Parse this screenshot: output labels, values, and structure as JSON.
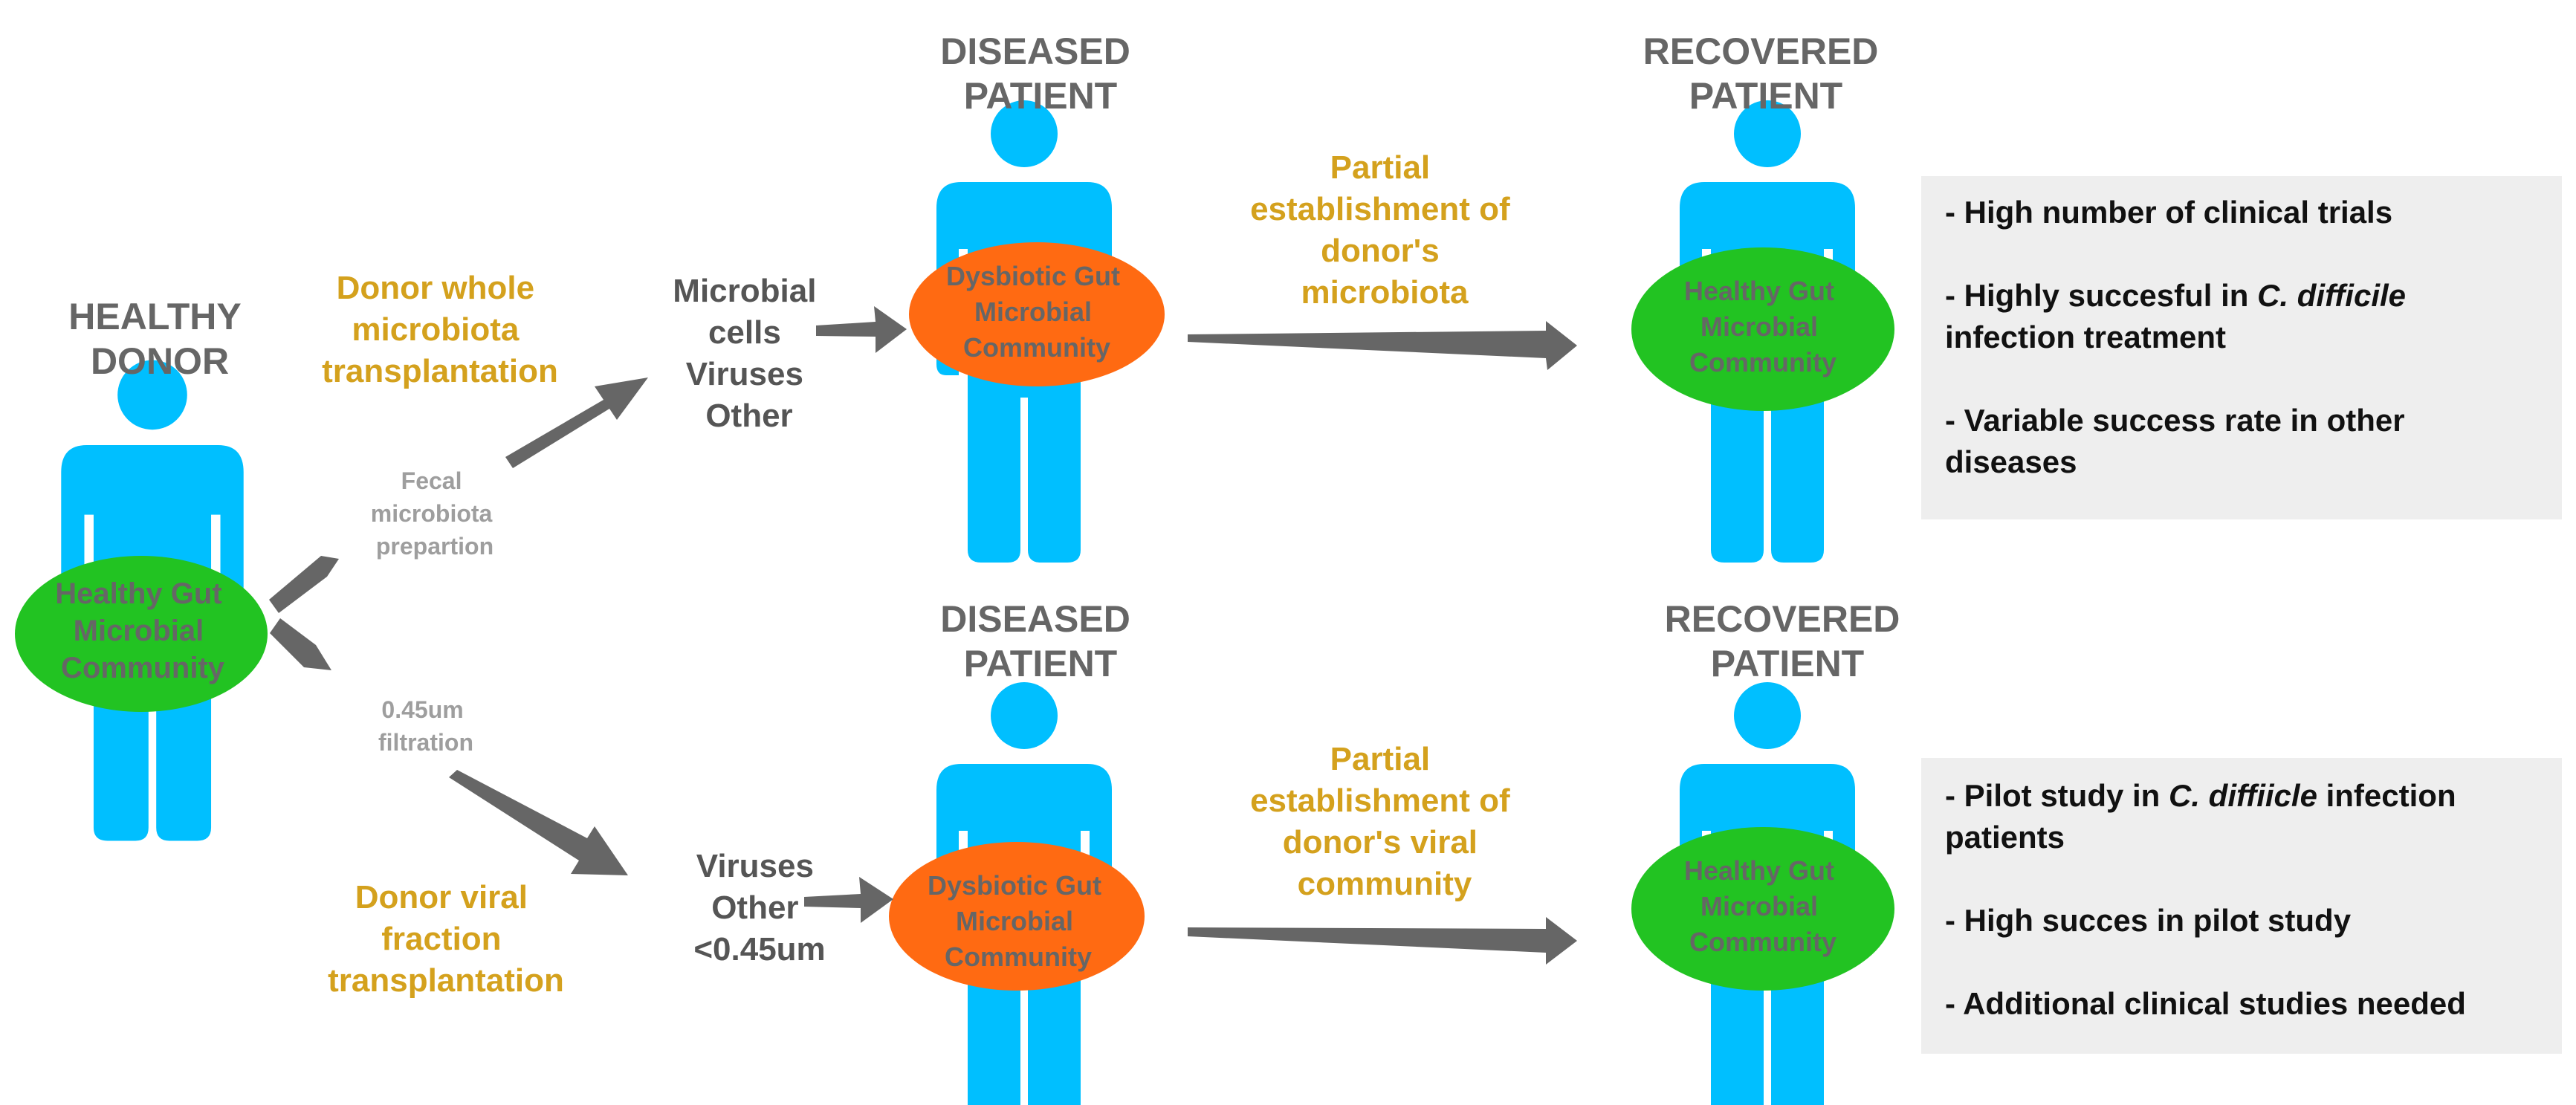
{
  "colors": {
    "person": "#00BFFF",
    "healthy_community": "#22C322",
    "dysbiotic_community": "#FF6A12",
    "arrow": "#666666",
    "heading": "#666666",
    "highlight": "#D4A11D",
    "note": "#9E9E9E",
    "box_background": "#EEEEEE"
  },
  "icons": {
    "person": "person-icon",
    "arrow": "arrow-right-icon"
  },
  "donor": {
    "heading": [
      "HEALTHY",
      "DONOR"
    ],
    "community": [
      "Healthy Gut",
      "Microbial",
      "Community"
    ]
  },
  "prep_notes": {
    "fecal": [
      "Fecal",
      "microbiota",
      "prepartion"
    ],
    "filtration": [
      "0.45um",
      "filtration"
    ]
  },
  "top_row": {
    "method": [
      "Donor whole",
      "microbiota",
      "transplantation"
    ],
    "contents": [
      "Microbial",
      "cells",
      "Viruses",
      "Other"
    ],
    "diseased_heading": [
      "DISEASED",
      "PATIENT"
    ],
    "diseased_community": [
      "Dysbiotic Gut",
      "Microbial",
      "Community"
    ],
    "outcome": [
      "Partial",
      "establishment of",
      "donor's",
      "microbiota"
    ],
    "recovered_heading": [
      "RECOVERED",
      "PATIENT"
    ],
    "recovered_community": [
      "Healthy Gut",
      "Microbial",
      "Community"
    ],
    "summary": {
      "item1": "- High number of clinical trials",
      "item2_prefix": "- Highly succesful in ",
      "item2_italic": "C. difficile",
      "item2_cont": "infection treatment",
      "item3_line1": "- Variable success rate in other",
      "item3_line2": "diseases"
    }
  },
  "bottom_row": {
    "method": [
      "Donor viral",
      "fraction",
      "transplantation"
    ],
    "contents": [
      "Viruses",
      "Other",
      "<0.45um"
    ],
    "diseased_heading": [
      "DISEASED",
      "PATIENT"
    ],
    "diseased_community": [
      "Dysbiotic Gut",
      "Microbial",
      "Community"
    ],
    "outcome": [
      "Partial",
      "establishment of",
      "donor's viral",
      "community"
    ],
    "recovered_heading": [
      "RECOVERED",
      "PATIENT"
    ],
    "recovered_community": [
      "Healthy Gut",
      "Microbial",
      "Community"
    ],
    "summary": {
      "item1_prefix": "- Pilot study in ",
      "item1_italic": "C. diffiicle",
      "item1_suffix": " infection",
      "item1_cont": "patients",
      "item2": "- High succes in pilot study",
      "item3": "- Additional clinical studies needed"
    }
  }
}
